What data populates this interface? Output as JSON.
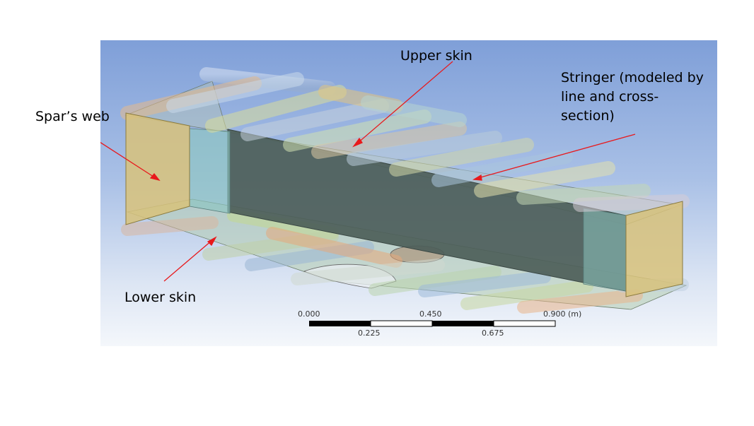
{
  "labels": {
    "upper_skin": "Upper skin",
    "stringer": "Stringer (modeled by line and cross-section)",
    "spar_web": "Spar’s web",
    "lower_skin": "Lower skin"
  },
  "scale": {
    "major_ticks": [
      "0.000",
      "0.450",
      "0.900 (m)"
    ],
    "minor_ticks": [
      "0.225",
      "0.675"
    ]
  },
  "colors": {
    "arrow": "#e8191c",
    "spar_web": "#d8c27a",
    "inner_web": "#4d5e59",
    "end_face": "#8cc4c0"
  }
}
